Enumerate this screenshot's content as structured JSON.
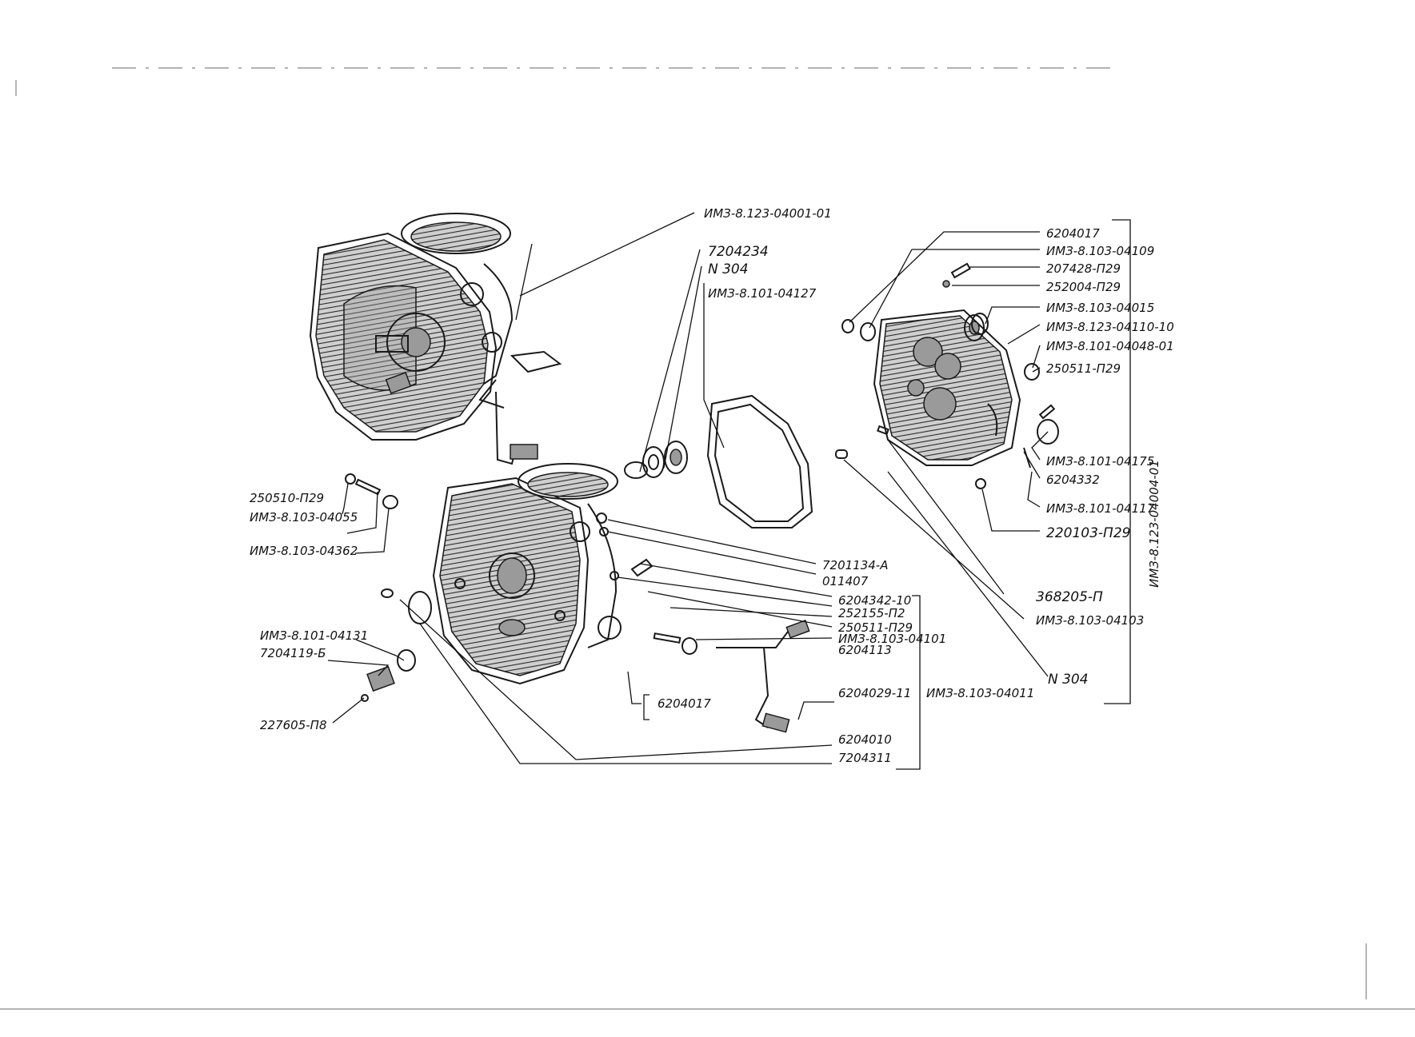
{
  "labels": {
    "main_housing": "ИМЗ-8.123-04001-01",
    "bearing_a": "7204234",
    "ring_a": "N 304",
    "gasket": "ИМЗ-8.101-04127",
    "nut_a": "6204017",
    "screw_a": "ИМЗ-8.103-04109",
    "bolt_a": "207428-П29",
    "washer_a": "252004-П29",
    "seal_a": "ИМЗ-8.103-04015",
    "cover_a": "ИМЗ-8.123-04110-10",
    "plug_a": "ИМЗ-8.101-04048-01",
    "washer_b": "250511-П29",
    "pin_a": "ИМЗ-8.101-04175",
    "pin_b": "6204332",
    "pin_c": "ИМЗ-8.101-04117",
    "screw_b": "220103-П29",
    "bushing": "368205-П",
    "stud_a": "ИМЗ-8.103-04103",
    "ring_b": "N 304",
    "assembly_vertical": "ИМЗ-8.123-04004-01",
    "washer_c": "250510-П29",
    "axle_a": "ИМЗ-8.103-04055",
    "spring_a": "ИМЗ-8.103-04362",
    "bearing_b": "7201134-А",
    "plug_b": "011407",
    "lever_a": "6204342-10",
    "washer_d": "252155-П2",
    "washer_e": "250511-П29",
    "axle_b": "ИМЗ-8.103-04101",
    "bushing_b": "6204113",
    "seal_b": "ИМЗ-8.101-04131",
    "seal_c": "7204119-Б",
    "screw_c": "227605-П8",
    "nut_b": "6204017",
    "pedal": "6204029-11",
    "assembly_lower": "ИМЗ-8.103-04011",
    "part_a": "6204010",
    "part_b": "7204311"
  },
  "colors": {
    "ink": "#111111",
    "casting": "#9a9a9a",
    "paper": "#ffffff"
  }
}
